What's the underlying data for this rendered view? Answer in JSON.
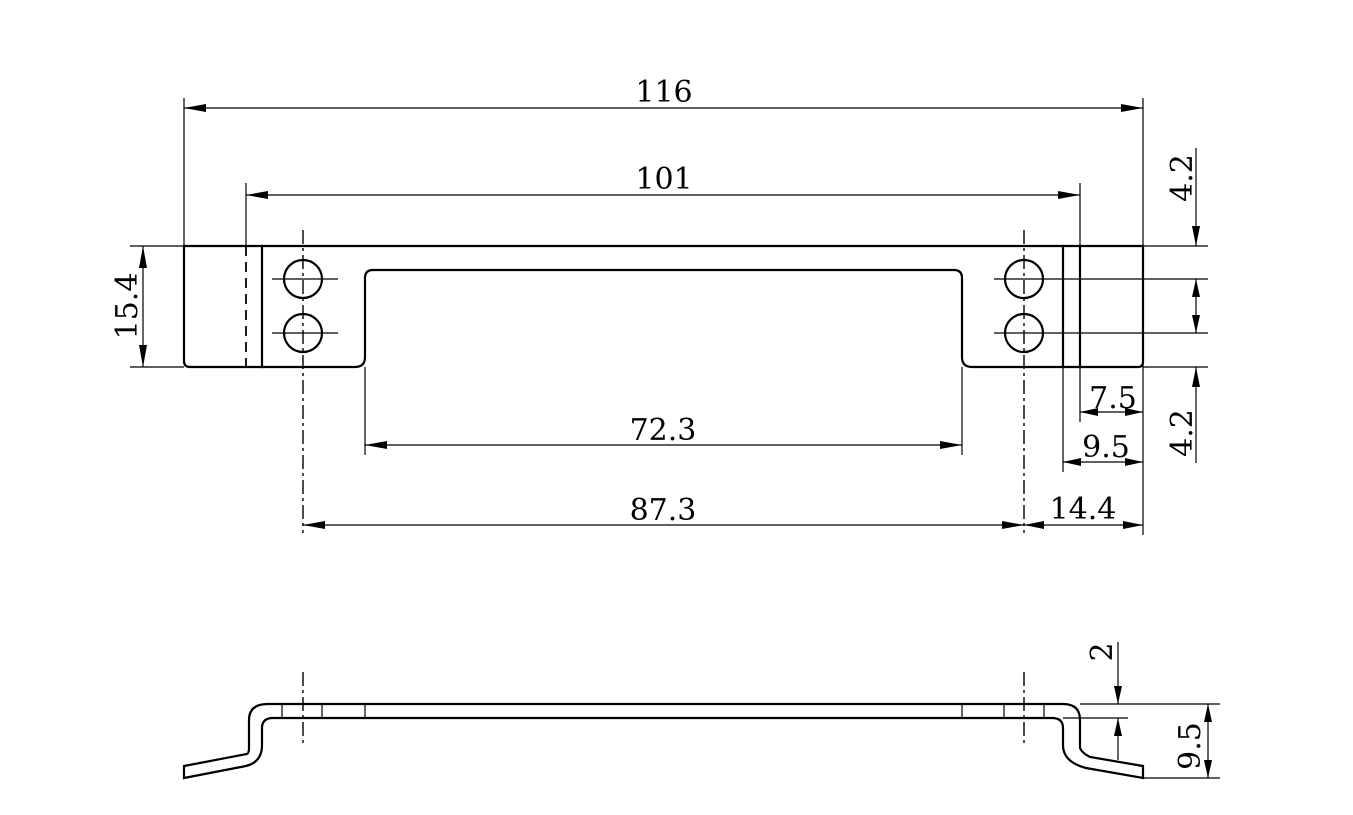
{
  "dimensions": {
    "overall_length": "116",
    "inner_length": "101",
    "window_length": "72.3",
    "hole_spacing": "87.3",
    "hole_to_end": "14.4",
    "width": "15.4",
    "edge_top": "4.2",
    "edge_bottom": "4.2",
    "offset_7_5": "7.5",
    "offset_9_5": "9.5",
    "thickness": "2",
    "height": "9.5"
  }
}
